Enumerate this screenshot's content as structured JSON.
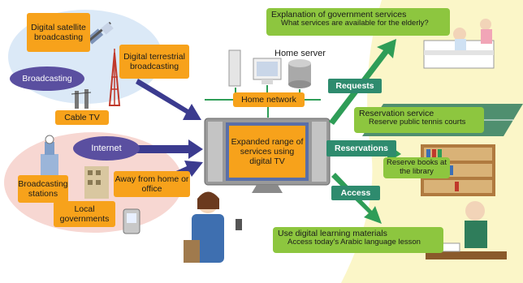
{
  "left": {
    "digital_satellite": "Digital satellite broadcasting",
    "digital_terrestrial": "Digital terrestrial broadcasting",
    "broadcasting": "Broadcasting",
    "cable_tv": "Cable TV",
    "internet": "Internet",
    "broadcasting_stations": "Broadcasting stations",
    "away_from_home": "Away from home or office",
    "local_governments": "Local governments"
  },
  "center": {
    "home_server": "Home server",
    "home_network": "Home network",
    "tv_text": "Expanded range of services using digital TV"
  },
  "flow": {
    "requests": "Requests",
    "reservations": "Reservations",
    "access": "Access"
  },
  "services": {
    "gov_title": "Explanation of government services",
    "gov_sub": "What services are available for the elderly?",
    "res_title": "Reservation service",
    "res_sub": "Reserve public tennis courts",
    "books": "Reserve books at the library",
    "learn_title": "Use digital learning materials",
    "learn_sub": "Access today's Arabic language lesson"
  },
  "colors": {
    "orange": "#f7a21b",
    "green": "#8dc63f",
    "teal": "#2e8b6e",
    "navy_arrow": "#3b3b8f",
    "green_arrow": "#2e9d57",
    "cream": "#fbf6c8"
  }
}
